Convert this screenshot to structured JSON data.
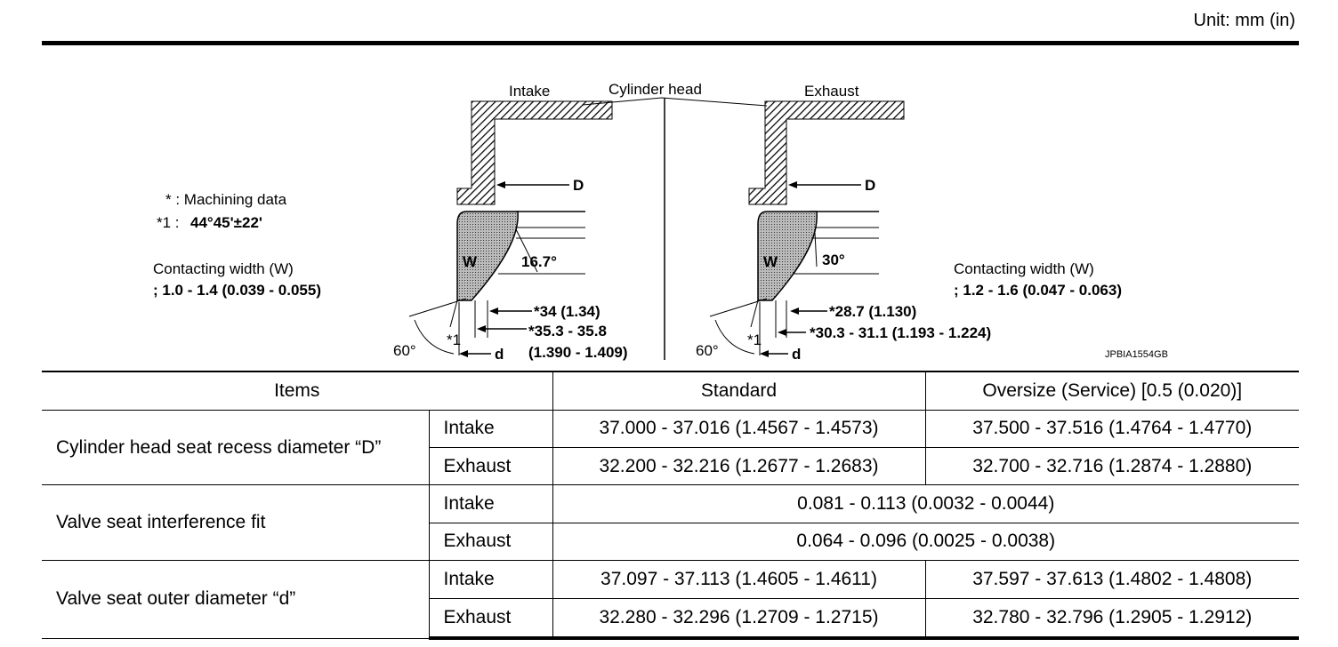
{
  "unit_label": "Unit: mm (in)",
  "figure": {
    "code": "JPBIA1554GB",
    "intake": "Intake",
    "cylinder_head": "Cylinder head",
    "exhaust": "Exhaust",
    "machining_note": "* : Machining data",
    "star1_label": "*1 :",
    "star1_value": "44°45'±22'",
    "intake_width_label": "Contacting width (W)",
    "intake_width_value": "; 1.0 - 1.4 (0.039 - 0.055)",
    "exhaust_width_label": "Contacting width (W)",
    "exhaust_width_value": "; 1.2 - 1.6 (0.047 - 0.063)",
    "d_upper": "D",
    "d_lower": "d",
    "w_label": "W",
    "star1_mark": "*1",
    "intake_angle": "16.7°",
    "exhaust_angle": "30°",
    "seat_angle": "60°",
    "intake_dim1": "*34 (1.34)",
    "intake_dim2": "*35.3 - 35.8",
    "intake_dim3": "(1.390 - 1.409)",
    "exhaust_dim1": "*28.7 (1.130)",
    "exhaust_dim2": "*30.3 - 31.1 (1.193 - 1.224)"
  },
  "table": {
    "headers": [
      "Items",
      "Standard",
      "Oversize (Service) [0.5 (0.020)]"
    ],
    "rows": [
      {
        "item": "Cylinder head seat recess diameter “D”",
        "intake": "Intake",
        "exhaust": "Exhaust",
        "intake_std": "37.000 - 37.016 (1.4567 - 1.4573)",
        "intake_over": "37.500 - 37.516 (1.4764 - 1.4770)",
        "exhaust_std": "32.200 - 32.216 (1.2677 - 1.2683)",
        "exhaust_over": "32.700 - 32.716 (1.2874 - 1.2880)"
      },
      {
        "item": "Valve seat interference fit",
        "intake": "Intake",
        "exhaust": "Exhaust",
        "intake_val": "0.081 - 0.113 (0.0032 - 0.0044)",
        "exhaust_val": "0.064 - 0.096 (0.0025 - 0.0038)"
      },
      {
        "item": "Valve seat outer diameter “d”",
        "intake": "Intake",
        "exhaust": "Exhaust",
        "intake_std": "37.097 - 37.113 (1.4605 - 1.4611)",
        "intake_over": "37.597 - 37.613 (1.4802 - 1.4808)",
        "exhaust_std": "32.280 - 32.296 (1.2709 - 1.2715)",
        "exhaust_over": "32.780 - 32.796 (1.2905 - 1.2912)"
      }
    ]
  }
}
